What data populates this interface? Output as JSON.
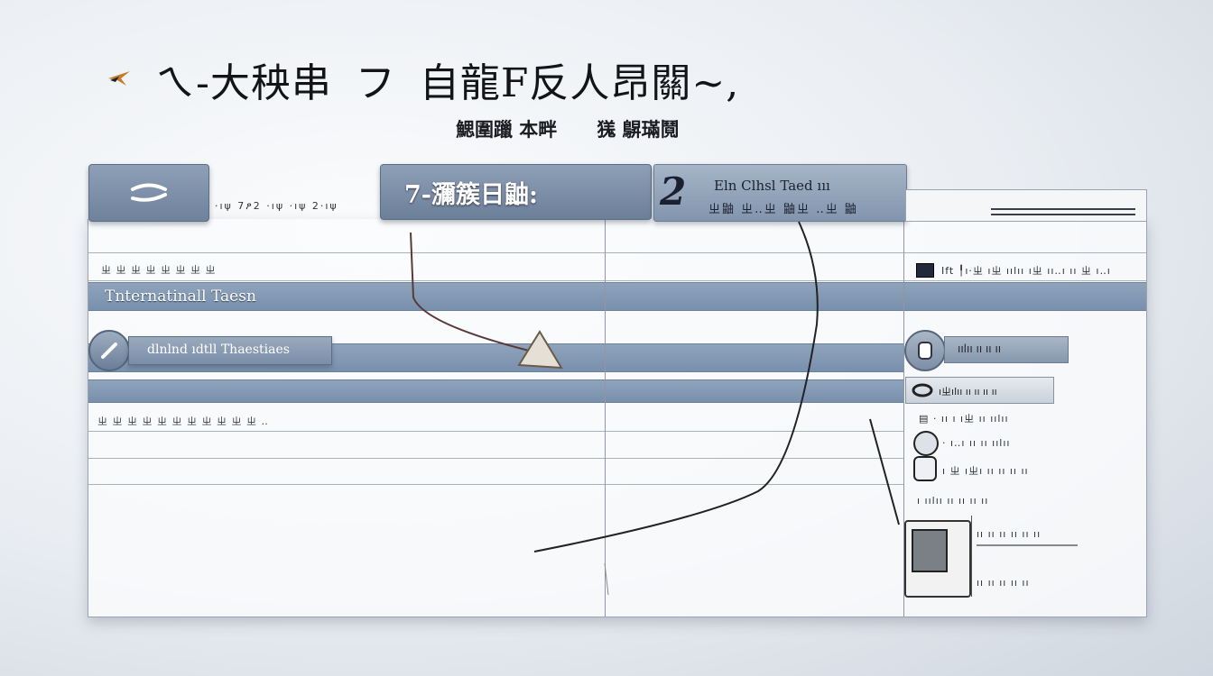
{
  "header": {
    "title_left": "ㄟ-大秧串",
    "title_mid": "フ",
    "title_right": "自龍F反人昂關~,",
    "subtitle_left": "鰓圍躐 本畔",
    "subtitle_right": "獇 鵿璊鬩"
  },
  "toolbar": {
    "back_icon": "back-arrow-icon",
    "header_small_text": "·ıψ 7ፆ2 ·ıψ ·ıψ 2·ıψ",
    "tab1_label": "7-瀰簇日鼬:",
    "tab2_number": "2",
    "tab2_line1": "Eln Clhsl Taed ııı",
    "tab2_line2": "ㄓ鼬 ㄓ‥ㄓ 鼬ㄓ ‥ㄓ 鼬"
  },
  "table": {
    "row1_text": "ㄓ ㄓ ㄓ ㄓ ㄓ ㄓ ㄓ ㄓ",
    "band_label": "Tnternatinall Taesn",
    "pill_label": "dlnlnd ıdtll Thaestiaes",
    "row5_text": "ㄓ ㄓ ㄓ ㄓ ㄓ ㄓ ㄓ ㄓ ㄓ ㄓ ㄓ ‥"
  },
  "sidebar": {
    "item1": "Ift ╿ı·ㄓ ıㄓ ıılıı ıㄓ ıı‥ı ıı ㄓ ı‥ı",
    "pill_label": "ıılıı ıı ıı ıı",
    "box2_text": "ıㄓılıı ıı ıı ıı ıı",
    "item3": "· ıı ı ıㄓ ıı ıılıı",
    "item4": "· ı‥ı ıı ıı ıılıı",
    "item5": "ı ㄓ ıㄓı ıı ıı ıı ıı",
    "item6": "ı ıılıı ıı ıı ıı ıı",
    "device_line1": "ıı ıı ıı ıı ıı ıı",
    "device_line2": "ıı ıı ıı ıı ıı"
  },
  "colors": {
    "band": "#7f94ae",
    "line": "#a8b0bb"
  }
}
